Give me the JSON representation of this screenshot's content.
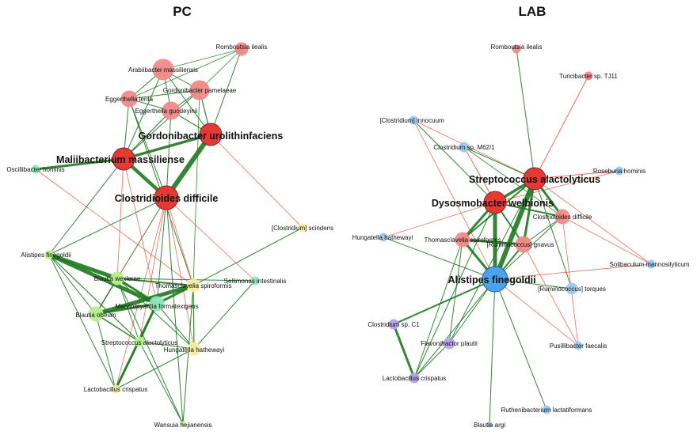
{
  "colors": {
    "edge_positive": "#1f7a1f",
    "edge_negative": "#e8553f",
    "red_module": "#f28a8a",
    "red_hub": "#e53935",
    "green_module": "#b8f08c",
    "yellow_module": "#f6eea0",
    "teal_module": "#8fe8bd",
    "blue_module": "#9ccaf2",
    "blue_hub": "#4aa3ef",
    "purple_module": "#b7a3ec"
  },
  "panels": [
    {
      "key": "pc",
      "title": "PC",
      "nodes": [
        {
          "id": "pc_romb",
          "label": "Romboutsia ilealis",
          "color": "red_module"
        },
        {
          "id": "pc_arab",
          "label": "Arabiibacter massiliensis",
          "color": "red_module"
        },
        {
          "id": "pc_gpam",
          "label": "Gordonibacter pamelaeae",
          "color": "red_module"
        },
        {
          "id": "pc_elen",
          "label": "Eggerthella lenta",
          "color": "red_module"
        },
        {
          "id": "pc_egu",
          "label": "Eggerthella guodeyinii",
          "color": "red_module"
        },
        {
          "id": "pc_guro",
          "label": "Gordonibacter urolithinfaciens",
          "color": "red_hub",
          "hub": true
        },
        {
          "id": "pc_mali",
          "label": "Maliibacterium massiliense",
          "color": "red_hub",
          "hub": true
        },
        {
          "id": "pc_clod",
          "label": "Clostridioides difficile",
          "color": "red_hub",
          "hub": true
        },
        {
          "id": "pc_osci",
          "label": "Oscillibacter hominis",
          "color": "teal_module"
        },
        {
          "id": "pc_csci",
          "label": "[Clostridium] scindens",
          "color": "yellow_module"
        },
        {
          "id": "pc_alis",
          "label": "Alistipes finegoldii",
          "color": "green_module"
        },
        {
          "id": "pc_bwex",
          "label": "Blautia wexlerae",
          "color": "green_module"
        },
        {
          "id": "pc_tspi",
          "label": "Thomasclavelia spiroformis",
          "color": "yellow_module"
        },
        {
          "id": "pc_sell",
          "label": "Sellimonas intestinalis",
          "color": "teal_module"
        },
        {
          "id": "pc_mfor",
          "label": "Marvinbryantia formatexigens",
          "color": "teal_module"
        },
        {
          "id": "pc_bobe",
          "label": "Blautia obeum",
          "color": "green_module"
        },
        {
          "id": "pc_salac",
          "label": "Streptococcus alactolyticus",
          "color": "green_module"
        },
        {
          "id": "pc_hhat",
          "label": "Hungatella hathewayi",
          "color": "yellow_module"
        },
        {
          "id": "pc_lcri",
          "label": "Lactobacillus crispatus",
          "color": "yellow_module"
        },
        {
          "id": "pc_wans",
          "label": "Wansuia hejianensis",
          "color": "green_module"
        }
      ]
    },
    {
      "key": "lab",
      "title": "LAB",
      "nodes": [
        {
          "id": "lab_romb",
          "label": "Romboutsia ilealis",
          "color": "red_module"
        },
        {
          "id": "lab_turi",
          "label": "Turicibacter sp. TJ11",
          "color": "red_module"
        },
        {
          "id": "lab_cinn",
          "label": "[Clostridium] innocuum",
          "color": "blue_module"
        },
        {
          "id": "lab_cm62",
          "label": "Clostridium sp. M62/1",
          "color": "blue_module"
        },
        {
          "id": "lab_rose",
          "label": "Roseburia hominis",
          "color": "blue_module"
        },
        {
          "id": "lab_salac",
          "label": "Streptococcus alactolyticus",
          "color": "red_hub",
          "hub": true
        },
        {
          "id": "lab_dyso",
          "label": "Dysosmobacter welbionis",
          "color": "red_hub",
          "hub": true
        },
        {
          "id": "lab_clod",
          "label": "Clostridioides difficile",
          "color": "red_module"
        },
        {
          "id": "lab_hhat",
          "label": "Hungatella hathewayi",
          "color": "blue_module"
        },
        {
          "id": "lab_tspi",
          "label": "Thomasclavelia spiroformis",
          "color": "red_module"
        },
        {
          "id": "lab_rgna",
          "label": "[Ruminococcus] gnavus",
          "color": "red_module"
        },
        {
          "id": "lab_soli",
          "label": "Solibaculum mannosilyticum",
          "color": "blue_module"
        },
        {
          "id": "lab_alis",
          "label": "Alistipes finegoldii",
          "color": "blue_hub",
          "hub": true
        },
        {
          "id": "lab_rtor",
          "label": "[Ruminococcus] torques",
          "color": "blue_module"
        },
        {
          "id": "lab_cc1",
          "label": "Clostridium sp. C1",
          "color": "purple_module"
        },
        {
          "id": "lab_flav",
          "label": "Flavonifractor plautii",
          "color": "purple_module"
        },
        {
          "id": "lab_pusi",
          "label": "Pusillibacter faecalis",
          "color": "blue_module"
        },
        {
          "id": "lab_lcri",
          "label": "Lactobacillus crispatus",
          "color": "purple_module"
        },
        {
          "id": "lab_ruth",
          "label": "Ruthenibacterium lactatiformans",
          "color": "blue_module"
        },
        {
          "id": "lab_barg",
          "label": "Blautia argi",
          "color": "blue_module"
        }
      ]
    }
  ]
}
